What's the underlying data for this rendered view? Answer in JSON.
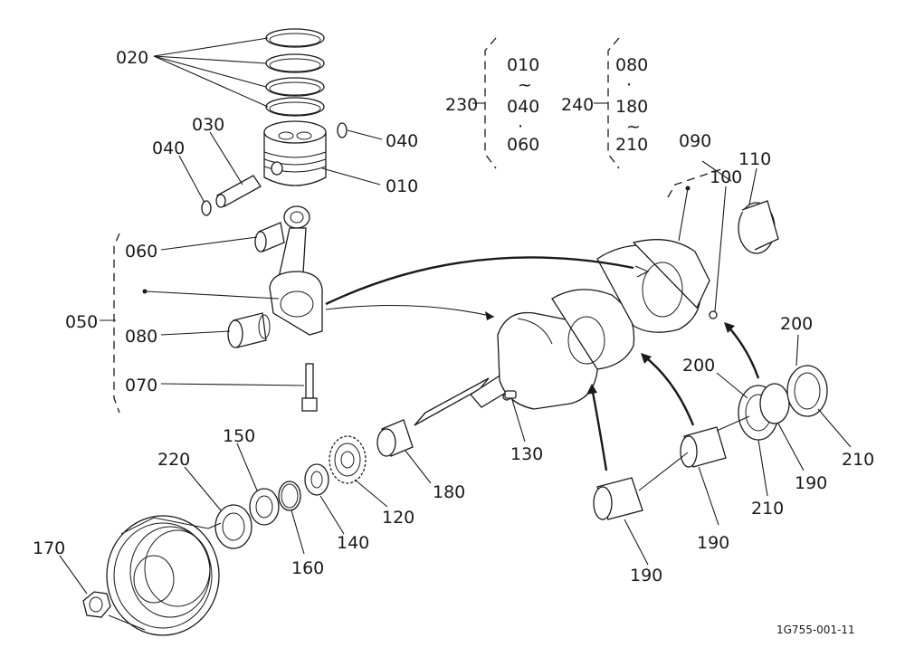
{
  "labels": {
    "l020": "020",
    "l030": "030",
    "l040a": "040",
    "l040b": "040",
    "l010": "010",
    "l060": "060",
    "l050": "050",
    "l080": "080",
    "l070": "070",
    "l220": "220",
    "l150": "150",
    "l170": "170",
    "l160": "160",
    "l140": "140",
    "l120": "120",
    "l180": "180",
    "l130": "130",
    "l090": "090",
    "l100": "100",
    "l110": "110",
    "l200a": "200",
    "l200b": "200",
    "l210a": "210",
    "l210b": "210",
    "l190a": "190",
    "l190b": "190",
    "l190c": "190"
  },
  "sets": {
    "s230": {
      "id": "230",
      "items": [
        "010",
        "~",
        "040",
        "·",
        "060"
      ]
    },
    "s240": {
      "id": "240",
      "items": [
        "080",
        "·",
        "180",
        "~",
        "210"
      ]
    }
  },
  "figure_id": "1G755-001-11"
}
